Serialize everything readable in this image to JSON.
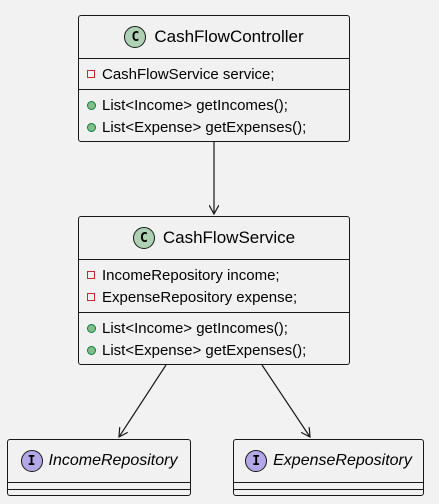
{
  "classes": {
    "controller": {
      "stereotype": "C",
      "name": "CashFlowController",
      "fields": [
        "CashFlowService service;"
      ],
      "methods": [
        "List<Income> getIncomes();",
        "List<Expense> getExpenses();"
      ]
    },
    "service": {
      "stereotype": "C",
      "name": "CashFlowService",
      "fields": [
        "IncomeRepository income;",
        "ExpenseRepository expense;"
      ],
      "methods": [
        "List<Income> getIncomes();",
        "List<Expense> getExpenses();"
      ]
    },
    "income_repo": {
      "stereotype": "I",
      "name": "IncomeRepository"
    },
    "expense_repo": {
      "stereotype": "I",
      "name": "ExpenseRepository"
    }
  },
  "relations": [
    {
      "from": "CashFlowController",
      "to": "CashFlowService",
      "type": "association"
    },
    {
      "from": "CashFlowService",
      "to": "IncomeRepository",
      "type": "association"
    },
    {
      "from": "CashFlowService",
      "to": "ExpenseRepository",
      "type": "association"
    }
  ],
  "colors": {
    "background": "#f2f2f2",
    "box_fill": "#f1f1f1",
    "border": "#181818",
    "class_badge": "#add1b2",
    "interface_badge": "#b4a7e5",
    "private_marker": "#c82930",
    "public_marker": "#84be84"
  }
}
